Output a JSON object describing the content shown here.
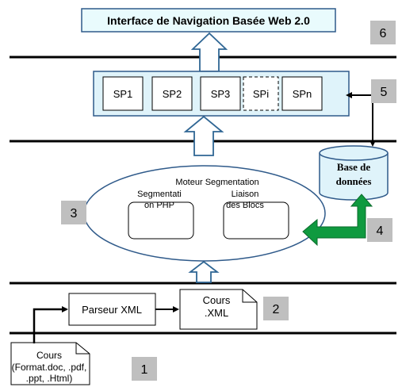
{
  "title": "Interface de Navigation Basée Web 2.0",
  "badges": [
    "6",
    "5",
    "3",
    "4",
    "2",
    "1"
  ],
  "sp_boxes": [
    "SP1",
    "SP2",
    "SP3",
    "SPi",
    "SPn"
  ],
  "database": {
    "line1": "Base de",
    "line2": "données"
  },
  "engine": {
    "title": "Moteur Segmentation",
    "left_line1": "Segmentati",
    "left_line2": "on PHP",
    "right_line1": "Liaison",
    "right_line2": "des Blocs"
  },
  "parser": "Parseur XML",
  "xml_doc": {
    "line1": "Cours",
    "line2": ".XML"
  },
  "source_doc": {
    "line1": "Cours",
    "line2": "(Format.doc, .pdf,",
    "line3": ".ppt, .Html)"
  },
  "colors": {
    "title_fill": "#e9fbfd",
    "panel_fill": "#dff3fa",
    "panel_stroke": "#2f5a8a",
    "badge_fill": "#bfbfbf",
    "arrow_stroke": "#2f6694",
    "green_arrow": "#0f9a3f"
  }
}
